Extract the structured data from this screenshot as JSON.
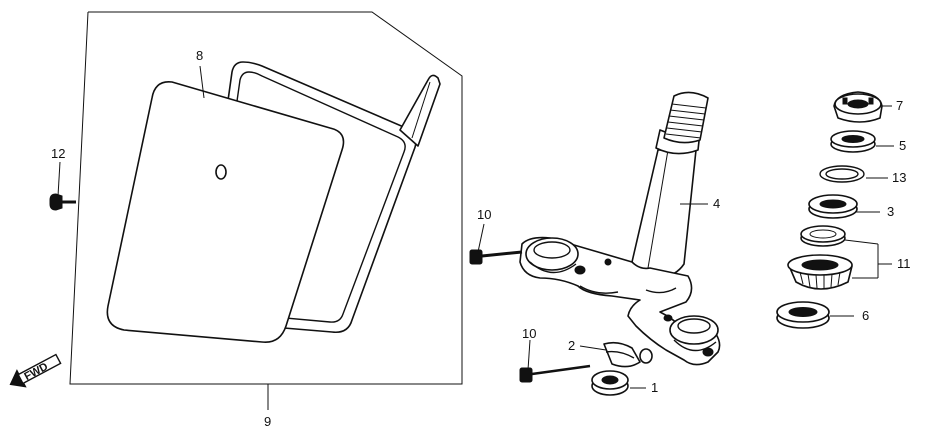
{
  "fwd_label": "FWD",
  "callouts": {
    "c1": "1",
    "c2": "2",
    "c3": "3",
    "c4": "4",
    "c5": "5",
    "c6": "6",
    "c7": "7",
    "c8": "8",
    "c9": "9",
    "c10a": "10",
    "c10b": "10",
    "c11": "11",
    "c12": "12",
    "c13": "13"
  }
}
